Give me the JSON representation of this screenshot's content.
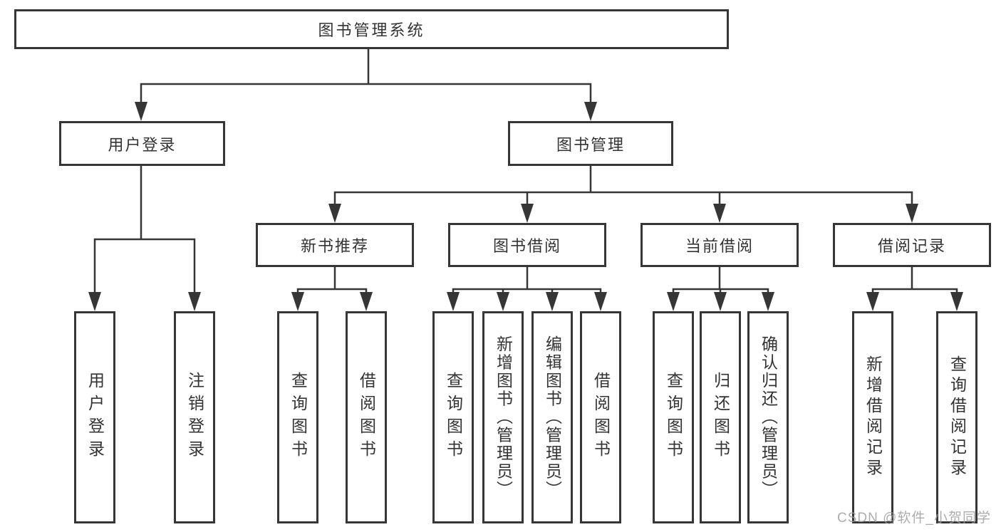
{
  "diagram_type": "hierarchy-tree",
  "nodes": {
    "root": "图书管理系统",
    "user_login": "用户登录",
    "book_management": "图书管理",
    "login_leaf": "用户登录",
    "logout_leaf": "注销登录",
    "new_book_recommend": "新书推荐",
    "book_borrow": "图书借阅",
    "current_borrow": "当前借阅",
    "borrow_record": "借阅记录",
    "query_book_1": "查询图书",
    "borrow_book_1": "借阅图书",
    "query_book_2": "查询图书",
    "add_book_admin": "新增图书（管理员）",
    "edit_book_admin": "编辑图书（管理员）",
    "borrow_book_2": "借阅图书",
    "query_book_3": "查询图书",
    "return_book": "归还图书",
    "confirm_return_admin": "确认归还（管理员）",
    "add_borrow_record": "新增借阅记录",
    "query_borrow_record": "查询借阅记录"
  },
  "hierarchy": {
    "label": "图书管理系统",
    "children": [
      {
        "label": "用户登录",
        "children": [
          {
            "label": "用户登录"
          },
          {
            "label": "注销登录"
          }
        ]
      },
      {
        "label": "图书管理",
        "children": [
          {
            "label": "新书推荐",
            "children": [
              {
                "label": "查询图书"
              },
              {
                "label": "借阅图书"
              }
            ]
          },
          {
            "label": "图书借阅",
            "children": [
              {
                "label": "查询图书"
              },
              {
                "label": "新增图书（管理员）"
              },
              {
                "label": "编辑图书（管理员）"
              },
              {
                "label": "借阅图书"
              }
            ]
          },
          {
            "label": "当前借阅",
            "children": [
              {
                "label": "查询图书"
              },
              {
                "label": "归还图书"
              },
              {
                "label": "确认归还（管理员）"
              }
            ]
          },
          {
            "label": "借阅记录",
            "children": [
              {
                "label": "新增借阅记录"
              },
              {
                "label": "查询借阅记录"
              }
            ]
          }
        ]
      }
    ]
  },
  "watermark": "CSDN @软件_小贺同学",
  "colors": {
    "line": "#363636",
    "box_border": "#363636",
    "text": "#333333",
    "watermark": "#9e9e9e",
    "background": "#ffffff"
  }
}
